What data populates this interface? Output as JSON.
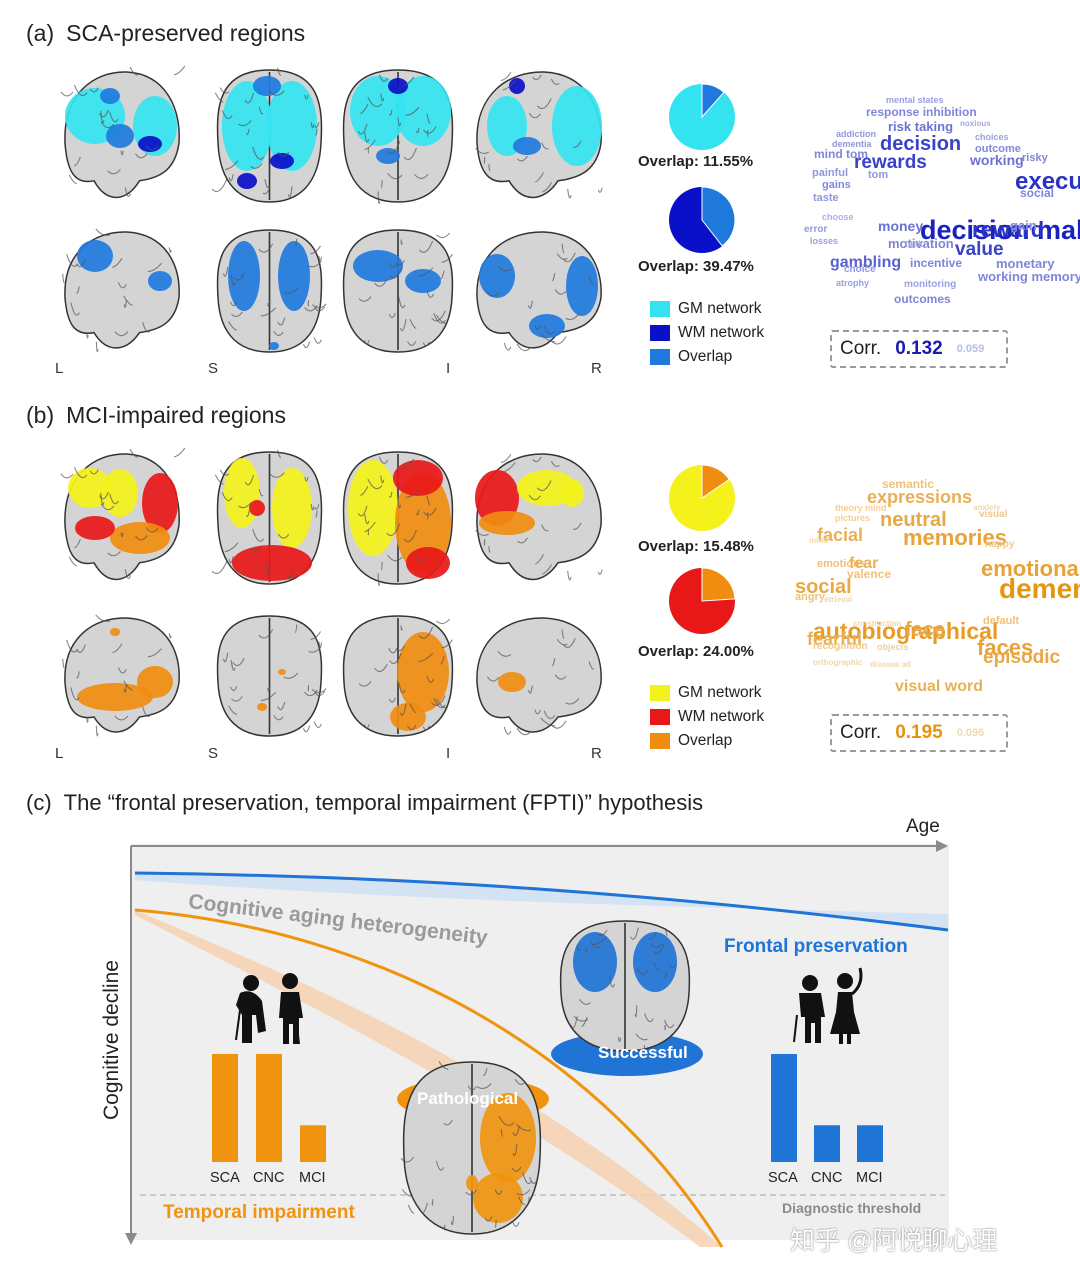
{
  "panel_a": {
    "letter": "(a)",
    "title": "SCA-preserved regions",
    "orientation": [
      "L",
      "S",
      "I",
      "R"
    ],
    "pies": [
      {
        "overlap_text": "Overlap: 11.55%",
        "fraction": 0.1155,
        "base": "#33e4f0",
        "slice": "#1f79dd"
      },
      {
        "overlap_text": "Overlap: 39.47%",
        "fraction": 0.3947,
        "base": "#0a0fc8",
        "slice": "#1f79dd"
      }
    ],
    "legend": [
      {
        "label": "GM network",
        "color": "#33e4f0"
      },
      {
        "label": "WM network",
        "color": "#0a0fc8"
      },
      {
        "label": "Overlap",
        "color": "#1f79dd"
      }
    ],
    "corr": {
      "label": "Corr.",
      "value": "0.132",
      "secondary": "0.059",
      "color": "#1a1ab0",
      "secondary_color": "#b7bde8"
    },
    "colors": {
      "gm": "#33e4f0",
      "wm": "#0a0fc8",
      "overlap": "#1f79dd"
    },
    "word_cloud": [
      {
        "t": "mental states",
        "s": 9,
        "c": "#9aa0e0"
      },
      {
        "t": "response inhibition",
        "s": 12,
        "c": "#7f86d8"
      },
      {
        "t": "risk taking",
        "s": 13,
        "c": "#6b73d2"
      },
      {
        "t": "noxious",
        "s": 8,
        "c": "#a6aae3"
      },
      {
        "t": "addiction",
        "s": 9,
        "c": "#9097dc"
      },
      {
        "t": "decision",
        "s": 20,
        "c": "#3a42c8"
      },
      {
        "t": "choices",
        "s": 9,
        "c": "#9aa0e0"
      },
      {
        "t": "dementia",
        "s": 9,
        "c": "#9097dc"
      },
      {
        "t": "outcome",
        "s": 11,
        "c": "#8088d8"
      },
      {
        "t": "mind tom",
        "s": 12,
        "c": "#7f86d8"
      },
      {
        "t": "rewards",
        "s": 19,
        "c": "#3a42c8"
      },
      {
        "t": "working",
        "s": 14,
        "c": "#6b73d2"
      },
      {
        "t": "risky",
        "s": 11,
        "c": "#8088d8"
      },
      {
        "t": "painful",
        "s": 11,
        "c": "#9097dc"
      },
      {
        "t": "tom",
        "s": 11,
        "c": "#9097dc"
      },
      {
        "t": "executive",
        "s": 24,
        "c": "#2a33c4"
      },
      {
        "t": "gains",
        "s": 11,
        "c": "#8088d8"
      },
      {
        "t": "social",
        "s": 12,
        "c": "#7f86d8"
      },
      {
        "t": "taste",
        "s": 11,
        "c": "#9097dc"
      },
      {
        "t": "decision making",
        "s": 27,
        "c": "#1a22bd"
      },
      {
        "t": "choose",
        "s": 9,
        "c": "#aab0e6"
      },
      {
        "t": "money",
        "s": 14,
        "c": "#6b73d2"
      },
      {
        "t": "reward",
        "s": 22,
        "c": "#2a33c4"
      },
      {
        "t": "gain",
        "s": 13,
        "c": "#7f86d8"
      },
      {
        "t": "error",
        "s": 10,
        "c": "#9097dc"
      },
      {
        "t": "losses",
        "s": 9,
        "c": "#9aa0e0"
      },
      {
        "t": "motivation",
        "s": 13,
        "c": "#7f86d8"
      },
      {
        "t": "task",
        "s": 9,
        "c": "#a6aae3"
      },
      {
        "t": "value",
        "s": 19,
        "c": "#3a42c8"
      },
      {
        "t": "gambling",
        "s": 16,
        "c": "#5a62cd"
      },
      {
        "t": "incentive",
        "s": 12,
        "c": "#7f86d8"
      },
      {
        "t": "monetary",
        "s": 13,
        "c": "#7f86d8"
      },
      {
        "t": "choice",
        "s": 10,
        "c": "#9097dc"
      },
      {
        "t": "working memory",
        "s": 13,
        "c": "#7f86d8"
      },
      {
        "t": "atrophy",
        "s": 9,
        "c": "#9aa0e0"
      },
      {
        "t": "monitoring",
        "s": 10,
        "c": "#9aa0e0"
      },
      {
        "t": "outcomes",
        "s": 12,
        "c": "#7f86d8"
      },
      {
        "t": "punishment",
        "s": 11,
        "c": "#8088d8"
      }
    ]
  },
  "panel_b": {
    "letter": "(b)",
    "title": "MCI-impaired regions",
    "orientation": [
      "L",
      "S",
      "I",
      "R"
    ],
    "pies": [
      {
        "overlap_text": "Overlap: 15.48%",
        "fraction": 0.1548,
        "base": "#f4f21a",
        "slice": "#f08c10"
      },
      {
        "overlap_text": "Overlap: 24.00%",
        "fraction": 0.24,
        "base": "#e81818",
        "slice": "#f08c10"
      }
    ],
    "legend": [
      {
        "label": "GM network",
        "color": "#f4f21a"
      },
      {
        "label": "WM network",
        "color": "#e81818"
      },
      {
        "label": "Overlap",
        "color": "#f08c10"
      }
    ],
    "corr": {
      "label": "Corr.",
      "value": "0.195",
      "secondary": "0.096",
      "color": "#e8930f",
      "secondary_color": "#f3d9b0"
    },
    "colors": {
      "gm": "#f4f21a",
      "wm": "#e81818",
      "overlap": "#f08c10"
    },
    "word_cloud": [
      {
        "t": "semantic",
        "s": 12,
        "c": "#efc27a"
      },
      {
        "t": "expressions",
        "s": 18,
        "c": "#ebb055"
      },
      {
        "t": "theory mind",
        "s": 9,
        "c": "#f2cf98"
      },
      {
        "t": "anxiety",
        "s": 8,
        "c": "#f3d6a8"
      },
      {
        "t": "pictures",
        "s": 9,
        "c": "#f2cf98"
      },
      {
        "t": "neutral",
        "s": 20,
        "c": "#e9a846"
      },
      {
        "t": "visual",
        "s": 10,
        "c": "#f0c888"
      },
      {
        "t": "facial",
        "s": 18,
        "c": "#ebb055"
      },
      {
        "t": "memories",
        "s": 22,
        "c": "#e9a23a"
      },
      {
        "t": "mind",
        "s": 8,
        "c": "#f3d6a8"
      },
      {
        "t": "happy",
        "s": 10,
        "c": "#f0c888"
      },
      {
        "t": "emotions",
        "s": 11,
        "c": "#efc27a"
      },
      {
        "t": "fear",
        "s": 16,
        "c": "#ebb055"
      },
      {
        "t": "emotional",
        "s": 22,
        "c": "#e9a23a"
      },
      {
        "t": "social",
        "s": 20,
        "c": "#e9a846"
      },
      {
        "t": "valence",
        "s": 12,
        "c": "#efc27a"
      },
      {
        "t": "dementia",
        "s": 28,
        "c": "#e6950f"
      },
      {
        "t": "angry",
        "s": 11,
        "c": "#efc27a"
      },
      {
        "t": "retrieval",
        "s": 8,
        "c": "#f3d6a8"
      },
      {
        "t": "autobiographical",
        "s": 23,
        "c": "#e89c25"
      },
      {
        "t": "default",
        "s": 11,
        "c": "#efc27a"
      },
      {
        "t": "fearful",
        "s": 18,
        "c": "#ebb055"
      },
      {
        "t": "construction",
        "s": 8,
        "c": "#f3d6a8"
      },
      {
        "t": "face",
        "s": 20,
        "c": "#e9a846"
      },
      {
        "t": "faces",
        "s": 22,
        "c": "#e9a23a"
      },
      {
        "t": "recognition",
        "s": 10,
        "c": "#f0c888"
      },
      {
        "t": "objects",
        "s": 9,
        "c": "#f2cf98"
      },
      {
        "t": "episodic",
        "s": 19,
        "c": "#e9a846"
      },
      {
        "t": "orthographic",
        "s": 8,
        "c": "#f3d6a8"
      },
      {
        "t": "disease ad",
        "s": 8,
        "c": "#f3d6a8"
      },
      {
        "t": "visual word",
        "s": 16,
        "c": "#ebb055"
      },
      {
        "t": "default mode",
        "s": 10,
        "c": "#f0c888"
      }
    ]
  },
  "panel_c": {
    "letter": "(c)",
    "title": "The “frontal preservation, temporal impairment (FPTI)” hypothesis",
    "age_label": "Age",
    "y_label": "Cognitive decline",
    "heterogeneity_label": "Cognitive aging heterogeneity",
    "frontal_label": "Frontal preservation",
    "temporal_label": "Temporal impairment",
    "threshold_label": "Diagnostic threshold",
    "successful_label": "Successful",
    "pathological_label": "Pathological",
    "colors": {
      "blue": "#1f74d6",
      "orange": "#f0940f"
    },
    "left_bars": {
      "categories": [
        "SCA",
        "CNC",
        "MCI"
      ],
      "values": [
        1.0,
        1.0,
        0.34
      ],
      "color": "#f0940f"
    },
    "right_bars": {
      "categories": [
        "SCA",
        "CNC",
        "MCI"
      ],
      "values": [
        1.0,
        0.34,
        0.34
      ],
      "color": "#1f74d6"
    }
  },
  "watermark": "知乎 @阿悦聊心理"
}
